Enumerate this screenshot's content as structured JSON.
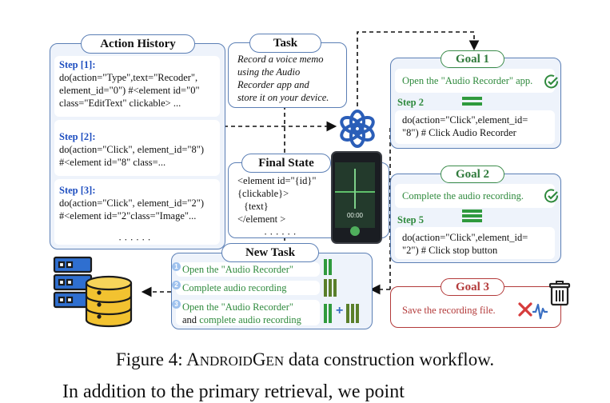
{
  "action_history": {
    "title": "Action History",
    "steps": [
      {
        "label": "Step [1]:",
        "lines": [
          "do(action=\"Type\",text=\"Recoder\",",
          "element_id=\"0\") #<element id=\"0\"",
          "class=\"EditText\" clickable> ..."
        ]
      },
      {
        "label": "Step [2]:",
        "lines": [
          "do(action=\"Click\", element_id=\"8\")",
          "#<element id=\"8\" class=..."
        ]
      },
      {
        "label": "Step [3]:",
        "lines": [
          "do(action=\"Click\", element_id=\"2\")",
          "#<element id=\"2\"class=\"Image\"..."
        ]
      }
    ],
    "ellipsis": "· · · · · ·"
  },
  "task": {
    "title": "Task",
    "lines": [
      "Record a voice memo",
      "using the Audio",
      "Recorder app and",
      "store it on your device."
    ]
  },
  "final_state": {
    "title": "Final State",
    "lines": [
      "<element id=\"{id}\"",
      "{clickable}>",
      "{text}",
      "</element >"
    ],
    "ellipsis": "· · · · · ·",
    "phone_time": "00:00"
  },
  "goals": [
    {
      "title": "Goal 1",
      "description": "Open the \"Audio Recorder\" app.",
      "step": "Step 2",
      "lines": [
        "do(action=\"Click\",element_id=",
        "\"8\") # Click Audio Recorder"
      ]
    },
    {
      "title": "Goal 2",
      "description": "Complete the audio recording.",
      "step": "Step 5",
      "lines": [
        "do(action=\"Click\",element_id=",
        "\"2\") # Click stop button"
      ]
    },
    {
      "title": "Goal 3",
      "description": "Save the recording file."
    }
  ],
  "new_task": {
    "title": "New Task",
    "items": [
      {
        "num": "1",
        "text_green": "Open the \"Audio Recorder\"",
        "text_plain": ""
      },
      {
        "num": "2",
        "text_green": "Complete audio recording",
        "text_plain": ""
      },
      {
        "num": "3",
        "text_green": "Open the \"Audio Recorder\"",
        "line2_plain": "and ",
        "line2_green": "complete audio recording"
      }
    ],
    "plus": "+"
  },
  "caption": {
    "prefix": "Figure 4: ",
    "name_a": "A",
    "name_b": "NDROID",
    "name_c": "G",
    "name_d": "EN",
    "suffix": " data construction workflow."
  },
  "bottom_text": "In addition to the primary retrieval, we point",
  "colors": {
    "panel_border": "#5b7fb5",
    "panel_fill": "#eef3fb",
    "green": "#2f8a3d",
    "red": "#b33a3a",
    "step_blue": "#1f4fc0"
  }
}
